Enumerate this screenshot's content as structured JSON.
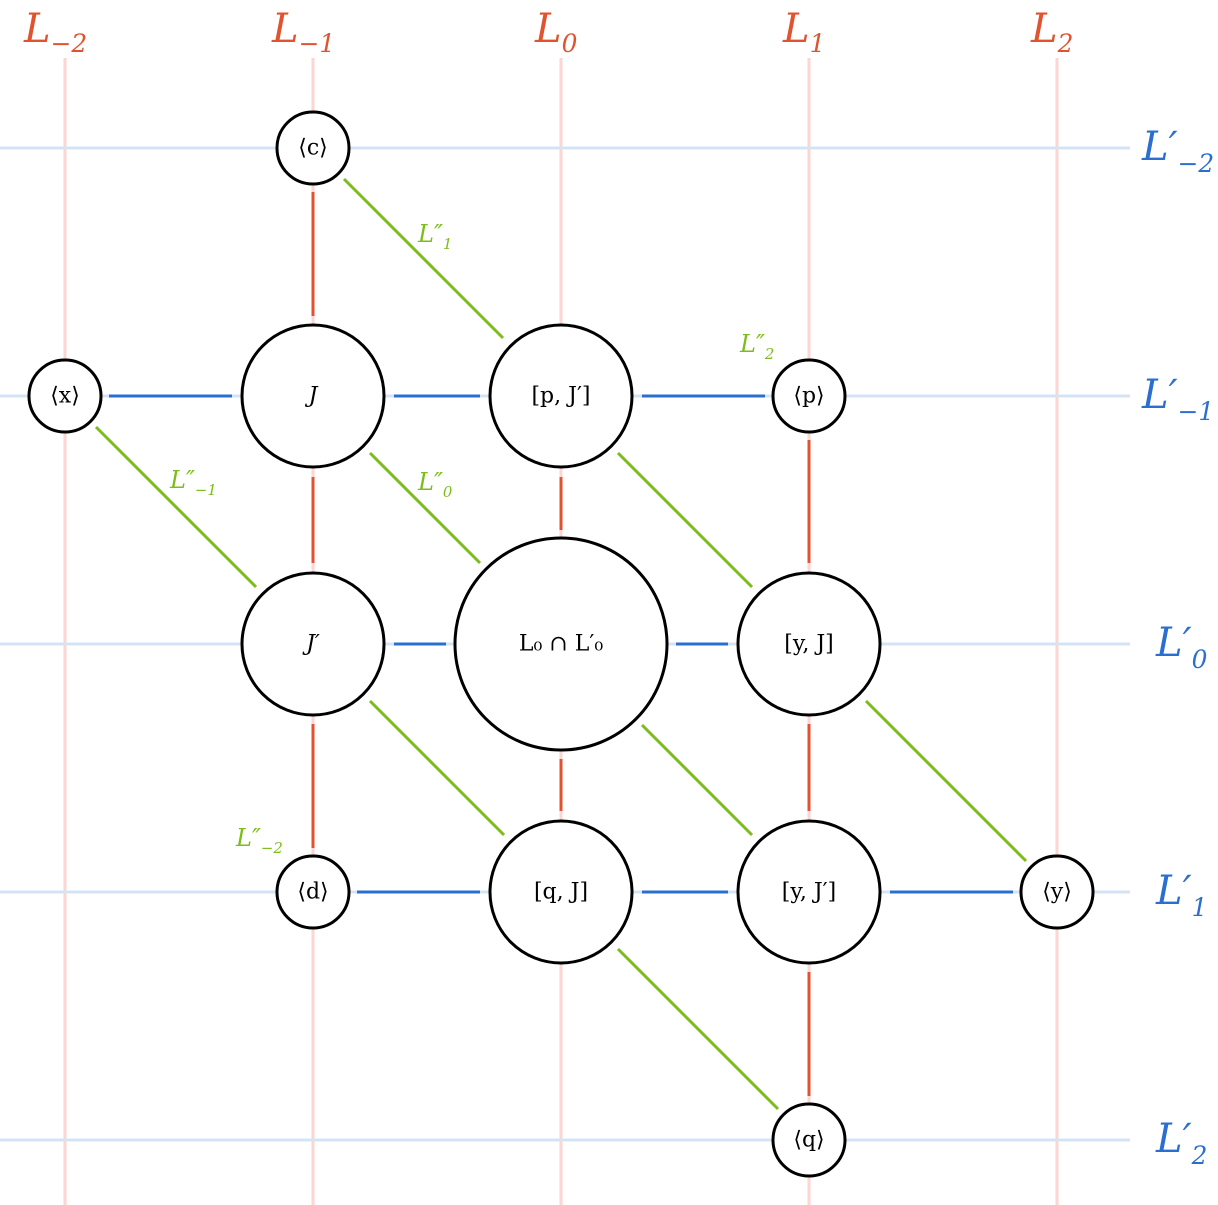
{
  "colors": {
    "column_line": "#e0532e",
    "column_guide": "#fbd6d2",
    "row_line": "#2a6fd0",
    "row_guide": "#d5e3f7",
    "diagonal_line": "#7cbd1b",
    "node_stroke": "#000000"
  },
  "column_labels": [
    {
      "id": "Lm2",
      "base": "L",
      "sub": "−2"
    },
    {
      "id": "Lm1",
      "base": "L",
      "sub": "−1"
    },
    {
      "id": "L0",
      "base": "L",
      "sub": "0"
    },
    {
      "id": "L1",
      "base": "L",
      "sub": "1"
    },
    {
      "id": "L2",
      "base": "L",
      "sub": "2"
    }
  ],
  "row_labels": [
    {
      "id": "Lpm2",
      "base": "L′",
      "sub": "−2"
    },
    {
      "id": "Lpm1",
      "base": "L′",
      "sub": "−1"
    },
    {
      "id": "Lp0",
      "base": "L′",
      "sub": "0"
    },
    {
      "id": "Lp1",
      "base": "L′",
      "sub": "1"
    },
    {
      "id": "Lp2",
      "base": "L′",
      "sub": "2"
    }
  ],
  "diagonal_labels": [
    {
      "id": "Ldd1",
      "base": "L″",
      "sub": "1"
    },
    {
      "id": "Ldd2",
      "base": "L″",
      "sub": "2"
    },
    {
      "id": "Lddm1",
      "base": "L″",
      "sub": "−1"
    },
    {
      "id": "Ldd0",
      "base": "L″",
      "sub": "0"
    },
    {
      "id": "Lddm2",
      "base": "L″",
      "sub": "−2"
    }
  ],
  "nodes": [
    {
      "id": "c",
      "text": "⟨c⟩"
    },
    {
      "id": "x",
      "text": "⟨x⟩"
    },
    {
      "id": "J",
      "text": "J"
    },
    {
      "id": "pJp",
      "text": "[p, J′]"
    },
    {
      "id": "p",
      "text": "⟨p⟩"
    },
    {
      "id": "Jp",
      "text": "J′"
    },
    {
      "id": "center",
      "text": "L₀ ∩ L′₀"
    },
    {
      "id": "yJ",
      "text": "[y, J]"
    },
    {
      "id": "d",
      "text": "⟨d⟩"
    },
    {
      "id": "qJ",
      "text": "[q, J]"
    },
    {
      "id": "yJp",
      "text": "[y, J′]"
    },
    {
      "id": "y",
      "text": "⟨y⟩"
    },
    {
      "id": "q",
      "text": "⟨q⟩"
    }
  ]
}
